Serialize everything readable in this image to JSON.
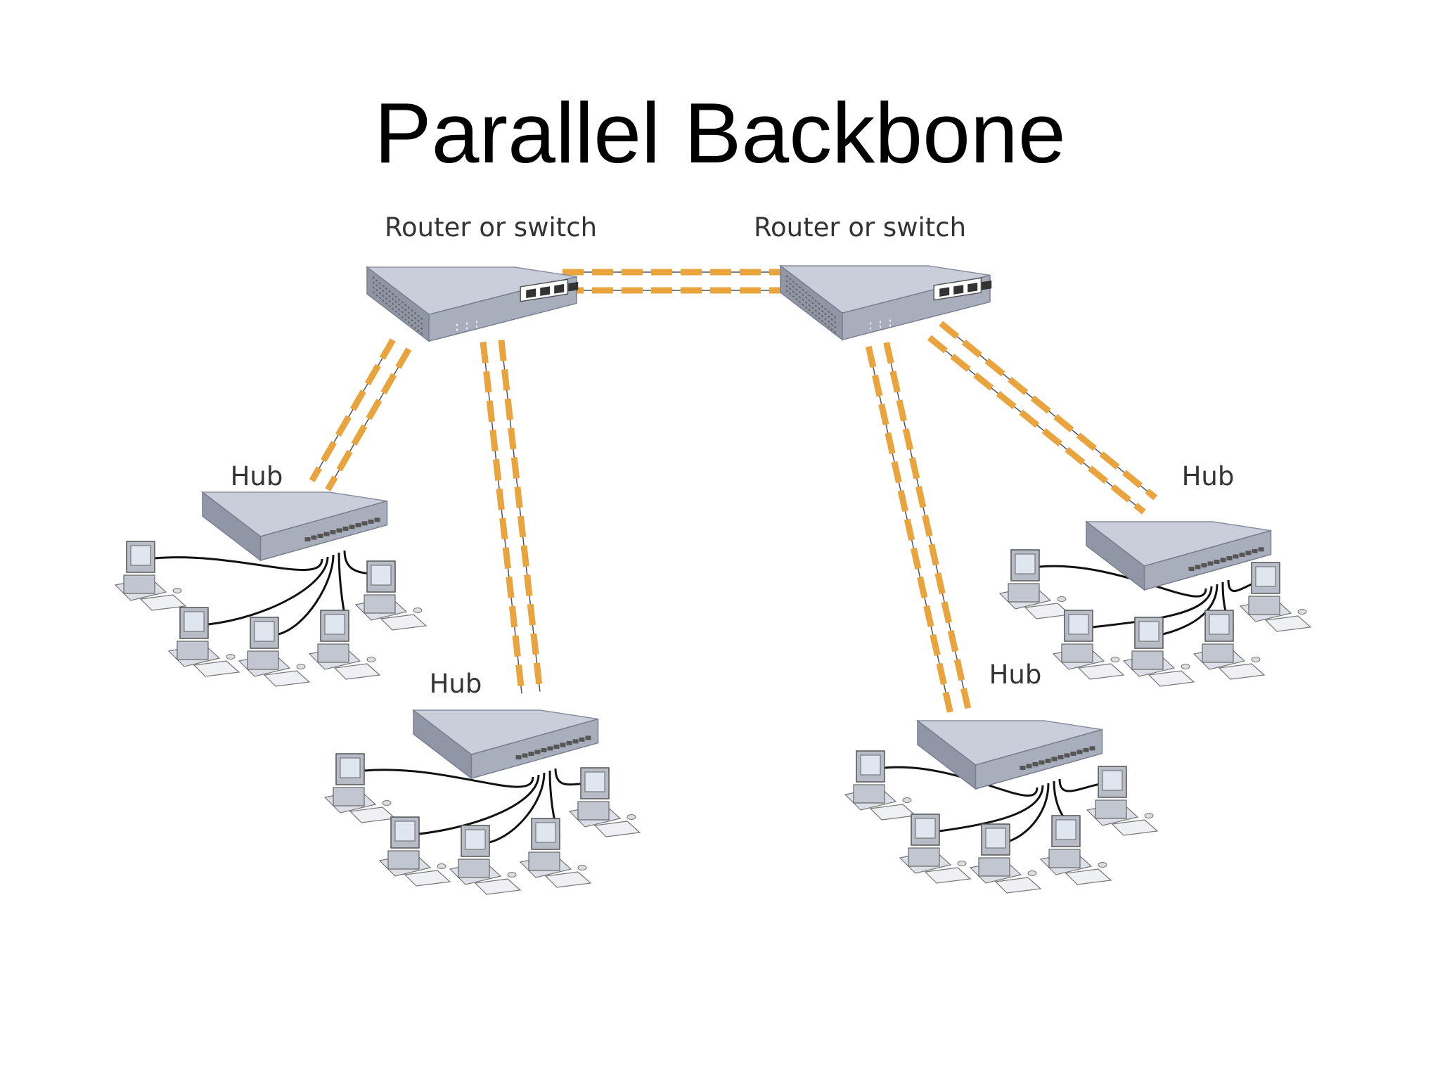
{
  "title": "Parallel Backbone",
  "labels": {
    "router_left": "Router or switch",
    "router_right": "Router or switch",
    "hub_top_left": "Hub",
    "hub_bottom_left": "Hub",
    "hub_bottom_right": "Hub",
    "hub_top_right": "Hub"
  },
  "colors": {
    "backbone_link": "#e9a43d",
    "device_top": "#c9ceda",
    "device_front": "#a9aebd",
    "device_side": "#9096a6",
    "cable": "#111111",
    "computer": "#b7bcc7"
  }
}
